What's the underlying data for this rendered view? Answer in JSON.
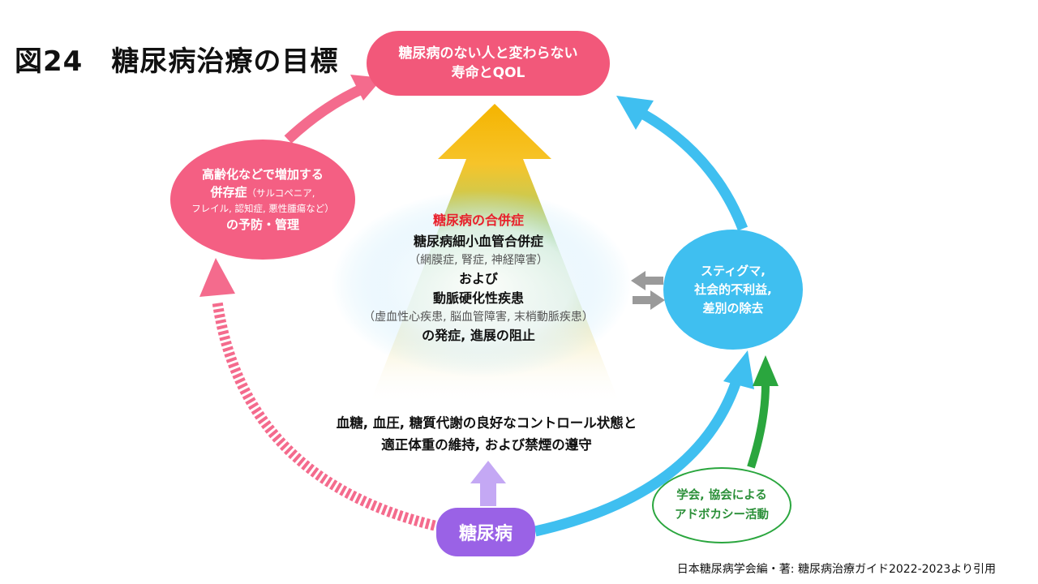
{
  "title": "図24　糖尿病治療の目標",
  "goal": {
    "line1": "糖尿病のない人と変わらない",
    "line2": "寿命とQOL"
  },
  "comorbidity": {
    "line1": "高齢化などで増加する",
    "line2_main": "併存症",
    "line2_sub": "（サルコペニア,",
    "line3_sub": "フレイル, 認知症, 悪性腫瘍など）",
    "line4": "の予防・管理"
  },
  "stigma": {
    "line1": "スティグマ,",
    "line2": "社会的不利益,",
    "line3": "差別の除去"
  },
  "diabetes": {
    "label": "糖尿病"
  },
  "advocacy": {
    "line1": "学会, 協会による",
    "line2": "アドボカシー活動"
  },
  "complications": {
    "heading": "糖尿病の合併症",
    "micro": "糖尿病細小血管合併症",
    "micro_detail": "（網膜症, 腎症, 神経障害）",
    "and": "および",
    "macro": "動脈硬化性疾患",
    "macro_detail": "（虚血性心疾患, 脳血管障害, 末梢動脈疾患）",
    "outcome": "の発症, 進展の阻止"
  },
  "control": {
    "line1": "血糖, 血圧, 糖質代謝の良好なコントロール状態と",
    "line2": "適正体重の維持, および禁煙の遵守"
  },
  "citation": "日本糖尿病学会編・著: 糖尿病治療ガイド2022-2023より引用",
  "colors": {
    "pink": "#f2587a",
    "blue": "#3fbff0",
    "purple": "#9a62e6",
    "green": "#2aa63e",
    "orange": "#f5b400",
    "gray": "#9a9a9a"
  }
}
